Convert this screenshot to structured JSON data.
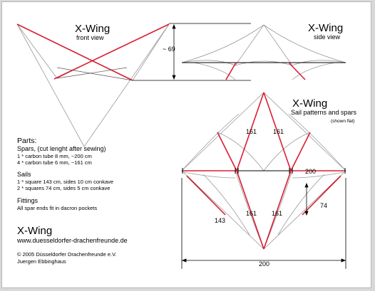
{
  "front_view": {
    "title": "X-Wing",
    "subtitle": "front view",
    "dimension": "~ 69"
  },
  "side_view": {
    "title": "X-Wing",
    "subtitle": "side view"
  },
  "sail_patterns": {
    "title": "X-Wing",
    "subtitle": "Sail patterns and spars",
    "note": "(shown flat)",
    "dims": {
      "upper_left_spar": "161",
      "upper_right_spar": "161",
      "horizontal": "200",
      "lower_left_spar": "161",
      "lower_right_spar": "161",
      "diagonal_side": "143",
      "side_height": "74",
      "bottom_width": "200"
    }
  },
  "parts": {
    "heading": "Parts:",
    "spars_heading": "Spars, (cut lenght after sewing)",
    "spars": [
      "1 * carbon tube 8 mm, ~200 cm",
      "4 * carbon tube 6 mm, ~161 cm"
    ],
    "sails_heading": "Sails",
    "sails": [
      "1 * square 143 cm, sides 10 cm conkave",
      "2 * squares 74 cm, sides 5 cm conkave"
    ],
    "fittings_heading": "Fittings",
    "fittings": "All spar ends fit in dacron pockets"
  },
  "footer": {
    "title": "X-Wing",
    "url": "www.duesseldorfer-drachenfreunde.de",
    "copyright": "© 2005 Düsseldorfer Drachenfreunde e.V.",
    "author": "Juergen Ebbinghaus"
  },
  "colors": {
    "spar": "#d81e32",
    "line": "#8a8a8a",
    "dim": "#000000",
    "sail": "#b0b0b0"
  }
}
